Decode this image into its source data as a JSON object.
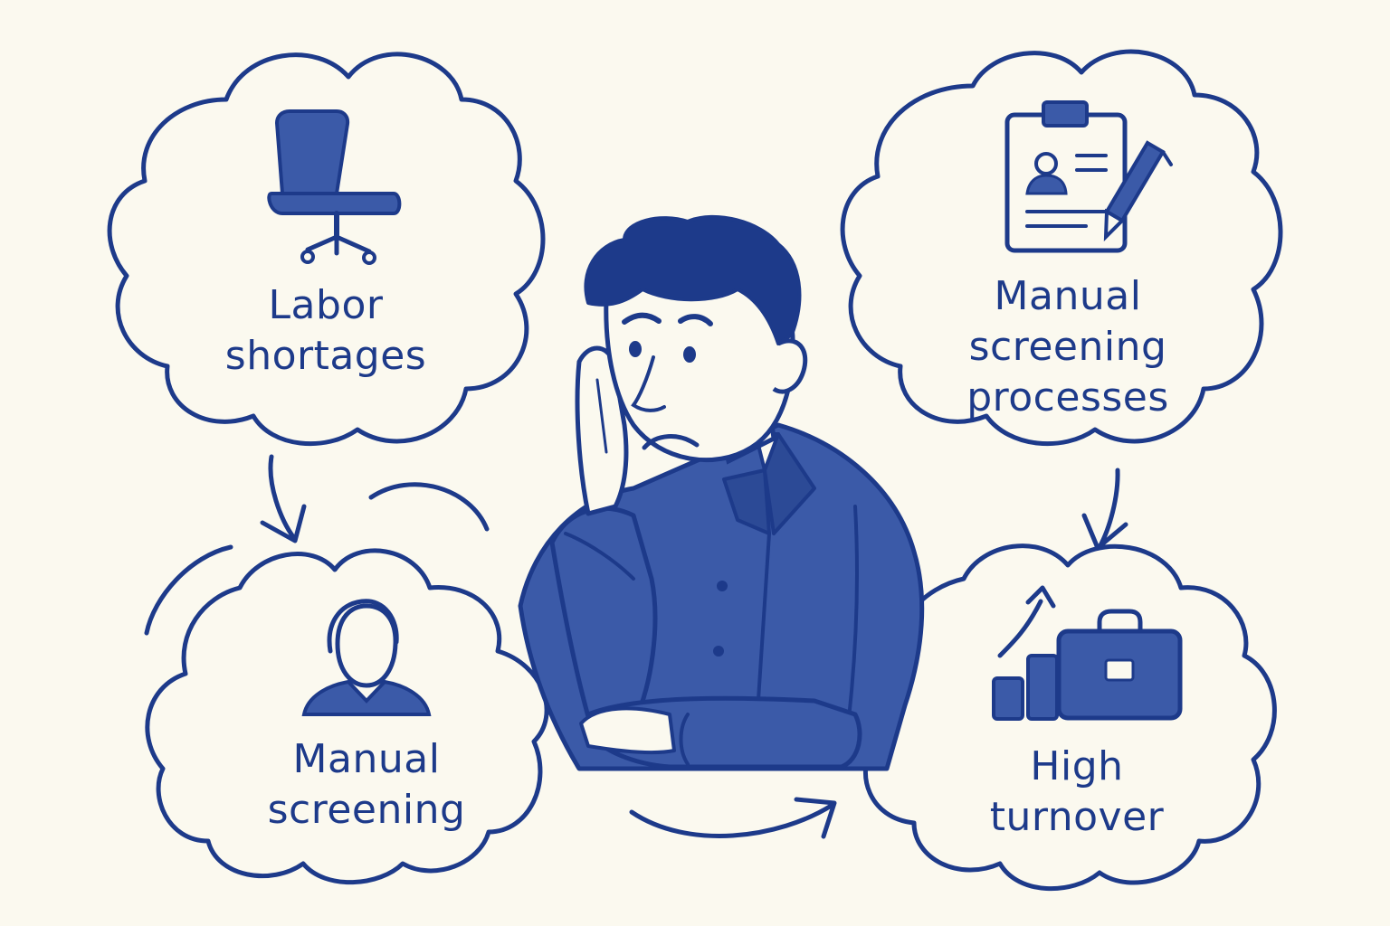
{
  "diagram": {
    "nodes": [
      {
        "id": "labor",
        "lines": [
          "Labor",
          "shortages"
        ],
        "icon": "office-chair-icon"
      },
      {
        "id": "manual",
        "lines": [
          "Manual",
          "screening"
        ],
        "icon": "person-icon"
      },
      {
        "id": "manual_processes",
        "lines": [
          "Manual",
          "screening",
          "processes"
        ],
        "icon": "resume-clipboard-icon"
      },
      {
        "id": "turnover",
        "lines": [
          "High",
          "turnover"
        ],
        "icon": "briefcase-icon"
      }
    ],
    "central_figure": "worried-man",
    "colors": {
      "ink": "#1d3a8a",
      "fill": "#3b5aa8",
      "background": "#fbf9ef"
    }
  }
}
